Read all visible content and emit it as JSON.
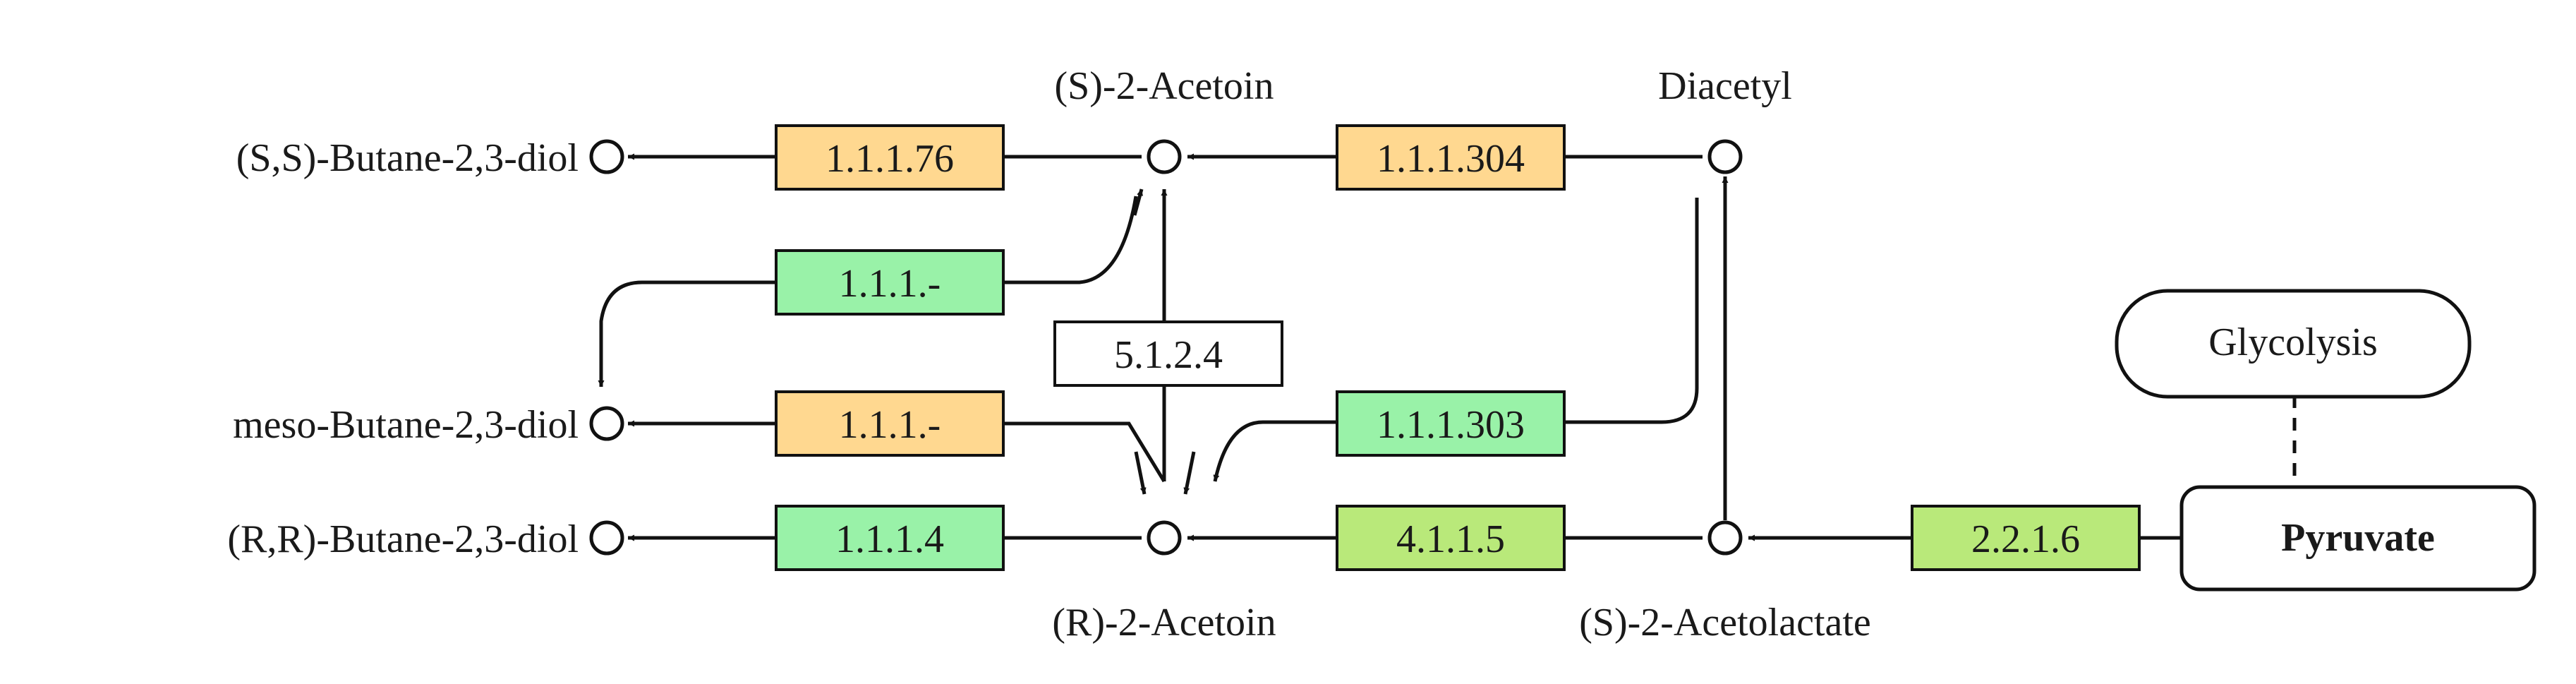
{
  "colors": {
    "yellow": "#ffd890",
    "green": "#99f2a8",
    "green_yellow": "#b9e97a",
    "white": "#ffffff",
    "line": "#111111"
  },
  "compounds": {
    "ss_butanediol": "(S,S)-Butane-2,3-diol",
    "s_acetoin": "(S)-2-Acetoin",
    "diacetyl": "Diacetyl",
    "meso_butanediol": "meso-Butane-2,3-diol",
    "rr_butanediol": "(R,R)-Butane-2,3-diol",
    "r_acetoin": "(R)-2-Acetoin",
    "s_acetolactate": "(S)-2-Acetolactate"
  },
  "maps": {
    "glycolysis": "Glycolysis",
    "pyruvate": "Pyruvate"
  },
  "enzymes": {
    "ec_1_1_1_76": "1.1.1.76",
    "ec_1_1_1_304": "1.1.1.304",
    "ec_1_1_1_dash_green": "1.1.1.-",
    "ec_5_1_2_4": "5.1.2.4",
    "ec_1_1_1_dash_yellow": "1.1.1.-",
    "ec_1_1_1_303": "1.1.1.303",
    "ec_1_1_1_4": "1.1.1.4",
    "ec_4_1_1_5": "4.1.1.5",
    "ec_2_2_1_6": "2.2.1.6"
  }
}
